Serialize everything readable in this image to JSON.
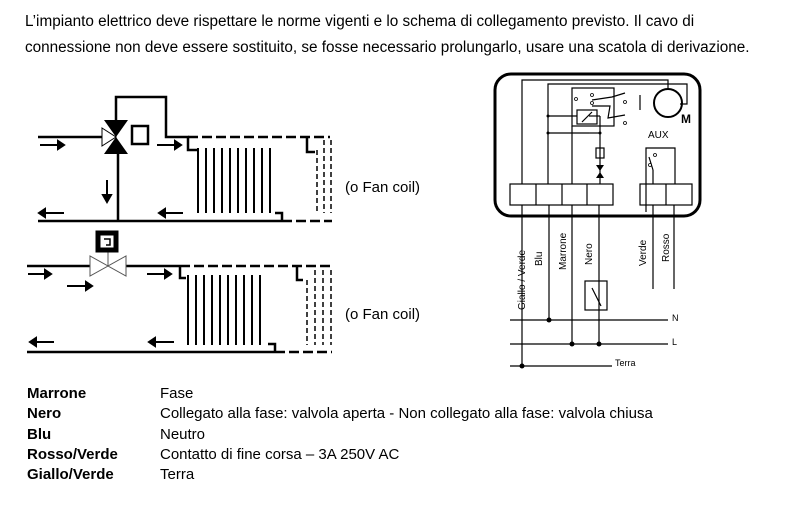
{
  "paragraph": "L’impianto elettrico deve rispettare le norme vigenti e lo schema di collegamento previsto. Il cavo di connessione non deve essere sostituito, se fosse necessario prolungarlo, usare una scatola di derivazione.",
  "diagram_left": {
    "fan_coil_label_1": "(o Fan coil)",
    "fan_coil_label_2": "(o Fan coil)"
  },
  "wiring": {
    "motor_label": "M",
    "aux_label": "AUX",
    "wires": [
      "Giallo / Verde",
      "Blu",
      "Marrone",
      "Nero",
      "Verde",
      "Rosso"
    ],
    "lines": {
      "n": "N",
      "l": "L",
      "earth": "Terra"
    }
  },
  "legend": [
    {
      "color": "Marrone",
      "meaning": "Fase"
    },
    {
      "color": "Nero",
      "meaning": "Collegato alla fase: valvola aperta - Non collegato alla fase: valvola chiusa"
    },
    {
      "color": "Blu",
      "meaning": "Neutro"
    },
    {
      "color": "Rosso/Verde",
      "meaning": "Contatto di fine corsa – 3A 250V AC"
    },
    {
      "color": "Giallo/Verde",
      "meaning": "Terra"
    }
  ]
}
